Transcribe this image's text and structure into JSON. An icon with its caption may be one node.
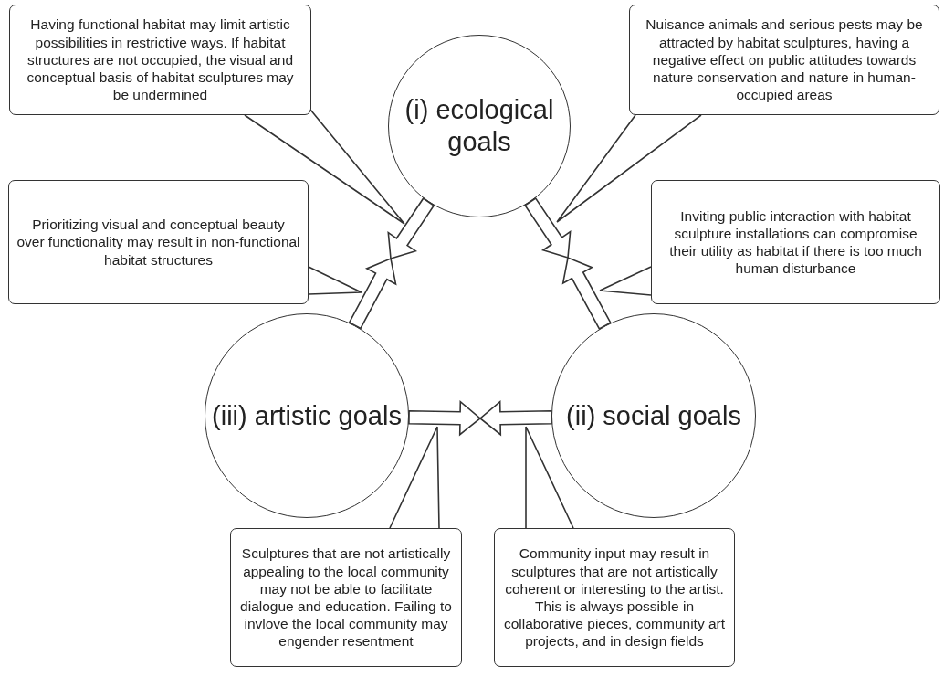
{
  "diagram": {
    "nodes": [
      {
        "text": [
          "Having functional habitat may limit artistic possibilities in restrictive ways. If habitat structures are not occupied, the visual and conceptual basis of habitat sculptures may be undermined"
        ]
      },
      {
        "text": [
          "(i) ecological goals"
        ]
      },
      {
        "text": [
          "Nuisance animals and serious pests may be attracted by habitat sculptures, having a negative effect on public attitudes towards nature conservation and nature in human-occupied areas"
        ]
      },
      {
        "text": [
          "Prioritizing visual and conceptual beauty over functionality may result in non-functional habitat structures"
        ]
      },
      {
        "text": [
          "Inviting public interaction with habitat sculpture installations can compromise their utility as habitat if there is too much human disturbance"
        ]
      },
      {
        "text": [
          "(iii) artistic goals"
        ]
      },
      {
        "text": [
          "(ii) social goals"
        ]
      },
      {
        "text": [
          "Sculptures that are not artistically appealing to the local community may not be able to facilitate dialogue and education. Failing to invlove the local community may engender resentment"
        ]
      },
      {
        "text": [
          "Community input may result in sculptures that are not artistically coherent or interesting to the artist. This is always possible in collaborative pieces, community art projects, and in design fields"
        ]
      }
    ],
    "edges": [
      {
        "from": 1,
        "to": null,
        "arrow": "to"
      },
      {
        "from": 5,
        "to": null,
        "arrow": "to"
      },
      {
        "from": 1,
        "to": null,
        "arrow": "to"
      },
      {
        "from": 6,
        "to": null,
        "arrow": "to"
      },
      {
        "from": 5,
        "to": null,
        "arrow": "to"
      },
      {
        "from": 6,
        "to": null,
        "arrow": "to"
      },
      {
        "from": 0,
        "to": null,
        "arrow": "none"
      },
      {
        "from": 3,
        "to": null,
        "arrow": "none"
      },
      {
        "from": 2,
        "to": null,
        "arrow": "none"
      },
      {
        "from": 4,
        "to": null,
        "arrow": "none"
      },
      {
        "from": 7,
        "to": null,
        "arrow": "none"
      },
      {
        "from": 8,
        "to": null,
        "arrow": "none"
      }
    ]
  }
}
